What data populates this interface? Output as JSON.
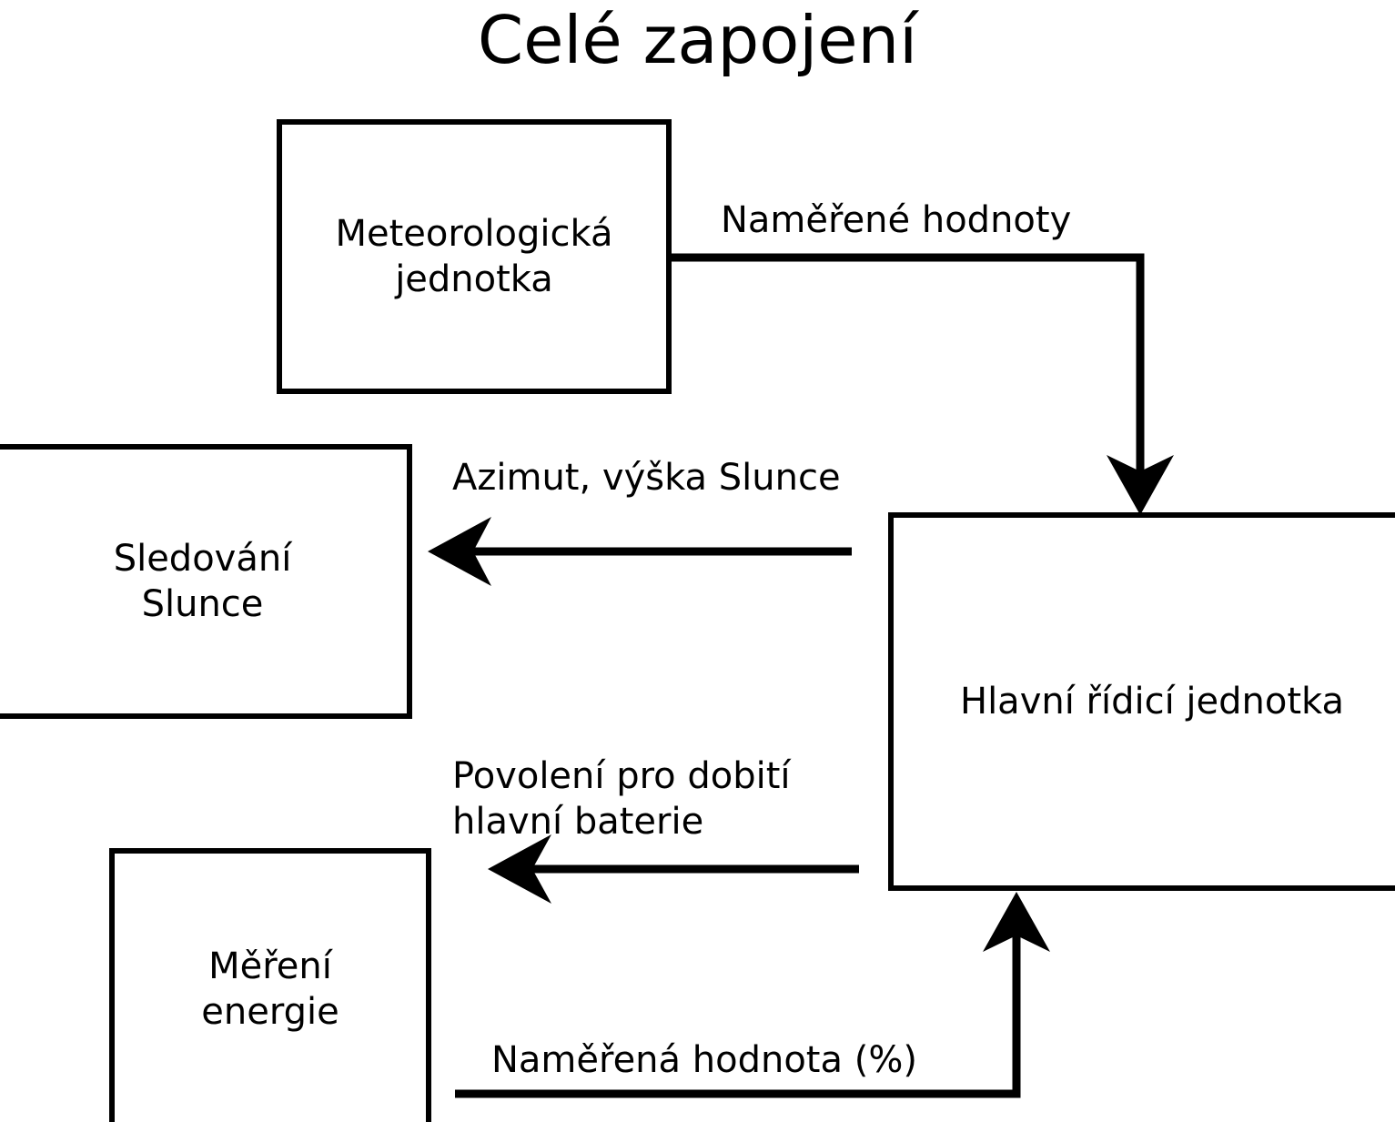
{
  "title": "Celé zapojení",
  "diagram": {
    "type": "block-diagram",
    "nodes": [
      {
        "id": "meteo",
        "label": "Meteorologická\njednotka"
      },
      {
        "id": "sun",
        "label": "Sledování\nSlunce"
      },
      {
        "id": "main",
        "label": "Hlavní řídicí jednotka"
      },
      {
        "id": "energy",
        "label": "Měření\nenergie"
      }
    ],
    "edges": [
      {
        "id": "e1",
        "from": "meteo",
        "to": "main",
        "label": "Naměřené hodnoty"
      },
      {
        "id": "e2",
        "from": "main",
        "to": "sun",
        "label": "Azimut, výška Slunce"
      },
      {
        "id": "e3",
        "from": "main",
        "to": "energy",
        "label": "Povolení pro dobití\nhlavní baterie"
      },
      {
        "id": "e4",
        "from": "energy",
        "to": "main",
        "label": "Naměřená hodnota (%)"
      }
    ],
    "colors": {
      "stroke": "#000000",
      "fill": "#ffffff",
      "text": "#000000"
    }
  }
}
